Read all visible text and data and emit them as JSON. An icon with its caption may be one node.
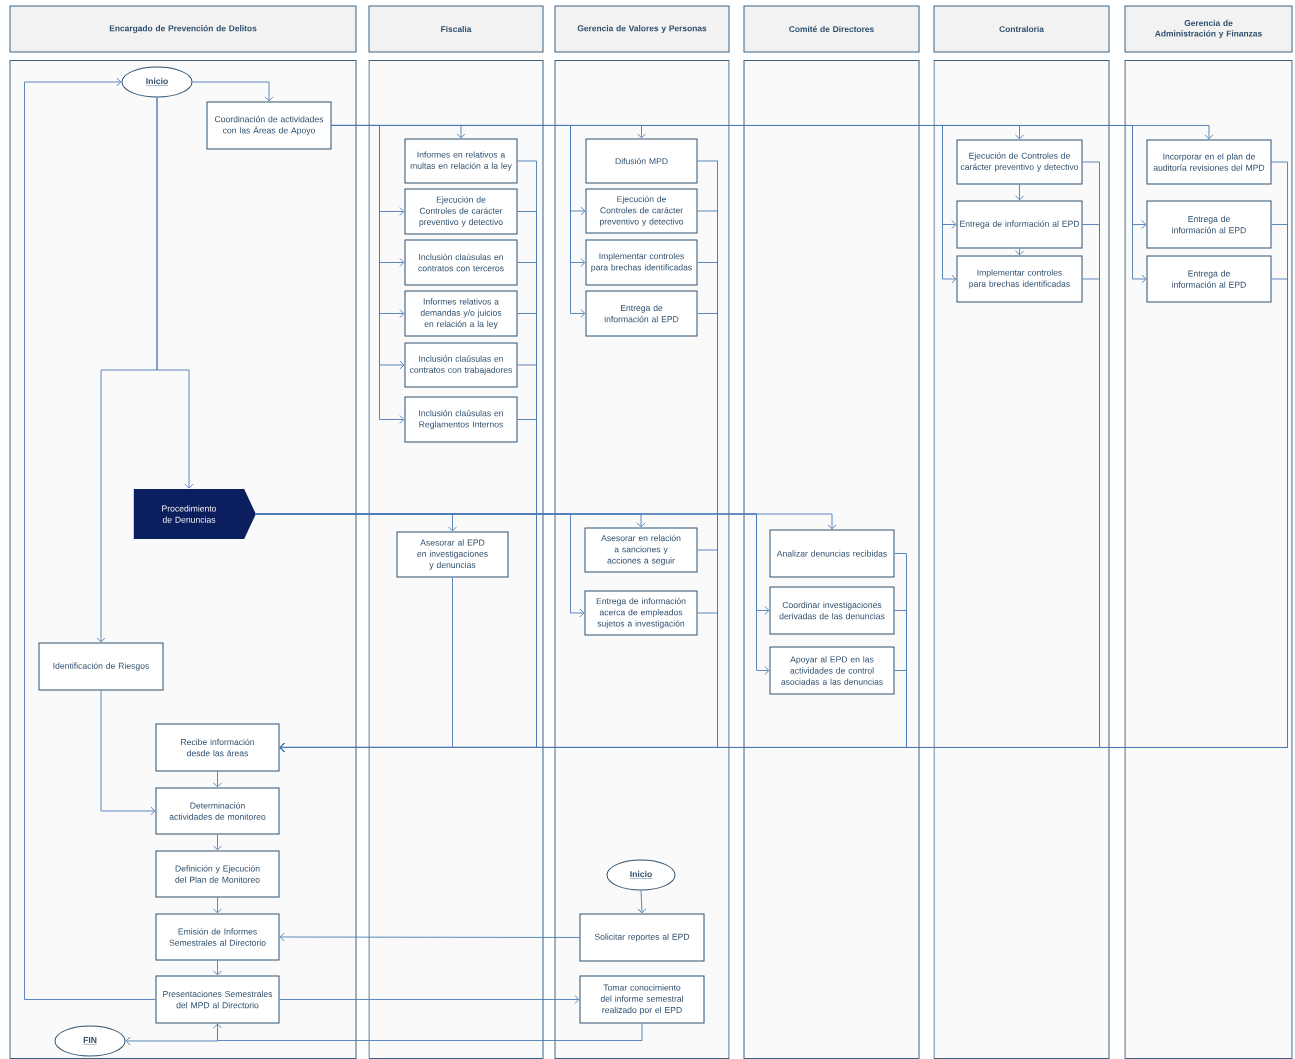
{
  "diagram": {
    "nodes": [
      {
        "text": [
          "Encargado de Prevención de Delitos"
        ]
      },
      {
        "text": [
          "Fiscalia"
        ]
      },
      {
        "text": [
          "Gerencia de Valores y Personas"
        ]
      },
      {
        "text": [
          "Comité de Directores"
        ]
      },
      {
        "text": [
          "Contraloria"
        ]
      },
      {
        "text": [
          "Gerencia de Administración y Finanzas"
        ]
      },
      {
        "text": [
          "Inicio"
        ],
        "in": 0
      },
      {
        "text": [
          "Coordinación de actividades con las Áreas de Apoyo"
        ],
        "in": 0
      },
      {
        "text": [
          "Procedimiento de Denuncias"
        ],
        "in": 0
      },
      {
        "text": [
          "Identificación de Riesgos"
        ],
        "in": 0
      },
      {
        "text": [
          "Recibe información desde las áreas"
        ],
        "in": 0
      },
      {
        "text": [
          "Determinación actividades de monitoreo"
        ],
        "in": 0
      },
      {
        "text": [
          "Definición y Ejecución del Plan de Monitoreo"
        ],
        "in": 0
      },
      {
        "text": [
          "Emisión de Informes Semestrales al Directorio"
        ],
        "in": 0
      },
      {
        "text": [
          "Presentaciones Semestrales del MPD al Directorio"
        ],
        "in": 0
      },
      {
        "text": [
          "FIN"
        ],
        "in": 0
      },
      {
        "text": [
          "Informes en relativos a multas en relación a la ley"
        ],
        "in": 1
      },
      {
        "text": [
          "Ejecución de Controles de carácter preventivo y detectivo"
        ],
        "in": 1
      },
      {
        "text": [
          "Inclusión claúsulas en contratos con terceros"
        ],
        "in": 1
      },
      {
        "text": [
          "Informes relativos a demandas y/o juicios en relación a la ley"
        ],
        "in": 1
      },
      {
        "text": [
          "Inclusión claúsulas en contratos con trabajadores"
        ],
        "in": 1
      },
      {
        "text": [
          "Inclusión claúsulas en Reglamentos Internos"
        ],
        "in": 1
      },
      {
        "text": [
          "Asesorar al EPD en investigaciones y denuncias"
        ],
        "in": 1
      },
      {
        "text": [
          "Difusión MPD"
        ],
        "in": 2
      },
      {
        "text": [
          "Ejecución de Controles de carácter preventivo y detectivo"
        ],
        "in": 2
      },
      {
        "text": [
          "Implementar controles para brechas identificadas"
        ],
        "in": 2
      },
      {
        "text": [
          "Entrega de información al EPD"
        ],
        "in": 2
      },
      {
        "text": [
          "Asesorar en relación a sanciones y acciones a seguir"
        ],
        "in": 2
      },
      {
        "text": [
          "Entrega de información acerca de empleados sujetos a investigación"
        ],
        "in": 2
      },
      {
        "text": [
          "Inicio"
        ],
        "in": 2
      },
      {
        "text": [
          "Solicitar reportes al EPD"
        ],
        "in": 2
      },
      {
        "text": [
          "Tomar conocimiento del informe semestral realizado por el EPD"
        ],
        "in": 2
      },
      {
        "text": [
          "Analizar denuncias recibidas"
        ],
        "in": 3
      },
      {
        "text": [
          "Coordinar investigaciones derivadas de las denuncias"
        ],
        "in": 3
      },
      {
        "text": [
          "Apoyar al EPD en las actividades de control asociadas a las denuncias"
        ],
        "in": 3
      },
      {
        "text": [
          "Ejecución de Controles de carácter preventivo y detectivo"
        ],
        "in": 4
      },
      {
        "text": [
          "Entrega de información al EPD"
        ],
        "in": 4
      },
      {
        "text": [
          "Implementar controles para brechas identificadas"
        ],
        "in": 4
      },
      {
        "text": [
          "Incorporar en el plan de auditoría revisiones del MPD"
        ],
        "in": 5
      },
      {
        "text": [
          "Entrega de información al EPD"
        ],
        "in": 5
      },
      {
        "text": [
          "Entrega de información al EPD"
        ],
        "in": 5
      }
    ],
    "edges": [
      {
        "from": 6,
        "to": 7,
        "arrow": "to"
      },
      {
        "from": 6,
        "to": 8,
        "arrow": "to"
      },
      {
        "from": 6,
        "to": 9,
        "arrow": "to"
      },
      {
        "from": 14,
        "to": 6,
        "arrow": "to"
      },
      {
        "from": 7,
        "to": 16,
        "arrow": "to"
      },
      {
        "from": 7,
        "to": 17,
        "arrow": "to"
      },
      {
        "from": 7,
        "to": 18,
        "arrow": "to"
      },
      {
        "from": 7,
        "to": 19,
        "arrow": "to"
      },
      {
        "from": 7,
        "to": 20,
        "arrow": "to"
      },
      {
        "from": 7,
        "to": 21,
        "arrow": "to"
      },
      {
        "from": 7,
        "to": 23,
        "arrow": "to"
      },
      {
        "from": 7,
        "to": 24,
        "arrow": "to"
      },
      {
        "from": 7,
        "to": 25,
        "arrow": "to"
      },
      {
        "from": 7,
        "to": 26,
        "arrow": "to"
      },
      {
        "from": 7,
        "to": 35,
        "arrow": "to"
      },
      {
        "from": 7,
        "to": 36,
        "arrow": "to"
      },
      {
        "from": 7,
        "to": 37,
        "arrow": "to"
      },
      {
        "from": 7,
        "to": 38,
        "arrow": "to"
      },
      {
        "from": 7,
        "to": 39,
        "arrow": "to"
      },
      {
        "from": 7,
        "to": 40,
        "arrow": "to"
      },
      {
        "from": 16,
        "to": 10,
        "arrow": "to"
      },
      {
        "from": 17,
        "to": 10,
        "arrow": "to"
      },
      {
        "from": 18,
        "to": 10,
        "arrow": "to"
      },
      {
        "from": 19,
        "to": 10,
        "arrow": "to"
      },
      {
        "from": 20,
        "to": 10,
        "arrow": "to"
      },
      {
        "from": 21,
        "to": 10,
        "arrow": "to"
      },
      {
        "from": 23,
        "to": 10,
        "arrow": "to"
      },
      {
        "from": 24,
        "to": 10,
        "arrow": "to"
      },
      {
        "from": 25,
        "to": 10,
        "arrow": "to"
      },
      {
        "from": 26,
        "to": 10,
        "arrow": "to"
      },
      {
        "from": 35,
        "to": 10,
        "arrow": "to"
      },
      {
        "from": 36,
        "to": 10,
        "arrow": "to"
      },
      {
        "from": 37,
        "to": 10,
        "arrow": "to"
      },
      {
        "from": 38,
        "to": 10,
        "arrow": "to"
      },
      {
        "from": 39,
        "to": 10,
        "arrow": "to"
      },
      {
        "from": 40,
        "to": 10,
        "arrow": "to"
      },
      {
        "from": 35,
        "to": 36,
        "arrow": "to"
      },
      {
        "from": 36,
        "to": 37,
        "arrow": "to"
      },
      {
        "from": 8,
        "to": 22,
        "arrow": "to"
      },
      {
        "from": 8,
        "to": 27,
        "arrow": "to"
      },
      {
        "from": 8,
        "to": 28,
        "arrow": "to"
      },
      {
        "from": 8,
        "to": 32,
        "arrow": "to"
      },
      {
        "from": 8,
        "to": 33,
        "arrow": "to"
      },
      {
        "from": 8,
        "to": 34,
        "arrow": "to"
      },
      {
        "from": 22,
        "to": 10,
        "arrow": "to"
      },
      {
        "from": 27,
        "to": 10,
        "arrow": "to"
      },
      {
        "from": 28,
        "to": 10,
        "arrow": "to"
      },
      {
        "from": 32,
        "to": 10,
        "arrow": "to"
      },
      {
        "from": 33,
        "to": 10,
        "arrow": "to"
      },
      {
        "from": 34,
        "to": 10,
        "arrow": "to"
      },
      {
        "from": 10,
        "to": 11,
        "arrow": "to"
      },
      {
        "from": 9,
        "to": 11,
        "arrow": "to"
      },
      {
        "from": 11,
        "to": 12,
        "arrow": "to"
      },
      {
        "from": 12,
        "to": 13,
        "arrow": "to"
      },
      {
        "from": 13,
        "to": 14,
        "arrow": "to"
      },
      {
        "from": 29,
        "to": 30,
        "arrow": "to"
      },
      {
        "from": 30,
        "to": 13,
        "arrow": "to"
      },
      {
        "from": 14,
        "to": 31,
        "arrow": "to"
      },
      {
        "from": 31,
        "to": 14,
        "arrow": "to"
      },
      {
        "from": 14,
        "to": 15,
        "arrow": "to"
      }
    ]
  }
}
